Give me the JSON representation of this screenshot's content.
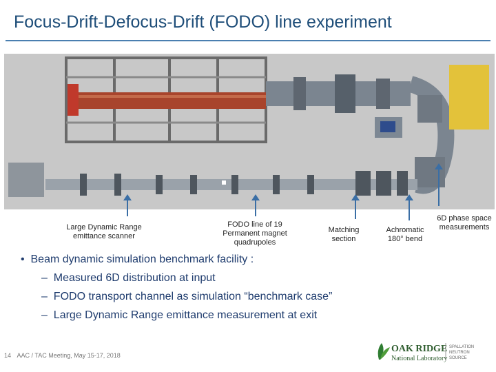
{
  "slide": {
    "title": "Focus-Drift-Defocus-Drift (FODO) line experiment",
    "labels": {
      "scanner": "Large Dynamic Range emittance scanner",
      "fodo": "FODO line of 19 Permanent magnet quadrupoles",
      "matching": "Matching section",
      "achromatic": "Achromatic 180° bend",
      "phase_space": "6D phase space measurements"
    },
    "bullets": {
      "main": "Beam dynamic simulation benchmark facility :",
      "sub": [
        "Measured 6D distribution at input",
        "FODO transport channel as simulation “benchmark case”",
        "Large Dynamic Range emittance measurement at exit"
      ]
    },
    "footer": {
      "page_number": "14",
      "meeting": "AAC / TAC Meeting, May 15-17, 2018"
    },
    "logo": {
      "name_line1": "OAK RIDGE",
      "name_line2": "National Laboratory",
      "side_line1": "SPALLATION",
      "side_line2": "NEUTRON",
      "side_line3": "SOURCE"
    },
    "colors": {
      "title": "#1f4e79",
      "accent": "#3a6ea5",
      "ornl_green": "#2f7d32"
    }
  }
}
